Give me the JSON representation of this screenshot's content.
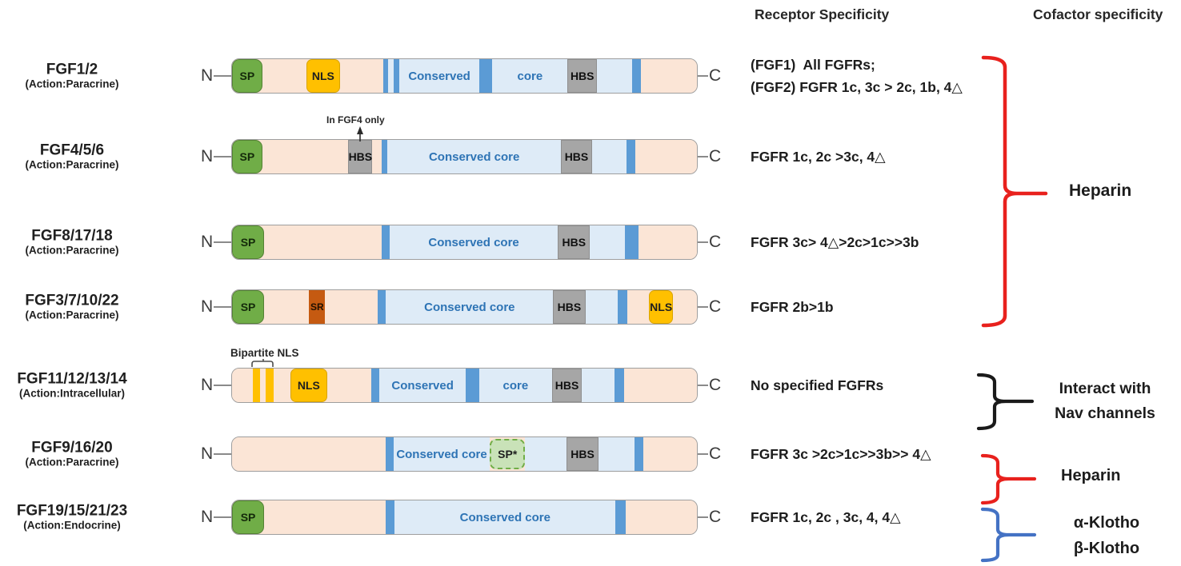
{
  "figure": {
    "receptor_header": "Receptor Specificity",
    "cofactor_header": "Cofactor specificity"
  },
  "terminals": {
    "n": "N",
    "c": "C"
  },
  "annotations": {
    "in_fgf4_only": "In FGF4 only",
    "bipartite_nls": "Bipartite NLS"
  },
  "rows": [
    {
      "name": "FGF1/2",
      "action": "(Action:Paracrine)",
      "receptor_lines": [
        "(FGF1)  All FGFRs;",
        "(FGF2) FGFR 1c, 3c > 2c, 1b, 4△"
      ],
      "segments": [
        {
          "t": "sp",
          "w": 6.5,
          "label": "SP"
        },
        {
          "t": "peach",
          "w": 9.5
        },
        {
          "t": "nls",
          "w": 7.2,
          "label": "NLS"
        },
        {
          "t": "peach",
          "w": 9.3
        },
        {
          "t": "stripe",
          "w": 1.1
        },
        {
          "t": "light",
          "w": 1.1
        },
        {
          "t": "stripe",
          "w": 1.3
        },
        {
          "t": "core",
          "w": 17.2,
          "label": "Conserved"
        },
        {
          "t": "stripe",
          "w": 2.8
        },
        {
          "t": "core",
          "w": 16.2,
          "label": "core"
        },
        {
          "t": "hbs",
          "w": 6.3,
          "label": "HBS"
        },
        {
          "t": "light",
          "w": 7.5
        },
        {
          "t": "stripe",
          "w": 1.9
        },
        {
          "t": "peach",
          "w": 12.1
        }
      ]
    },
    {
      "name": "FGF4/5/6",
      "action": "(Action:Paracrine)",
      "receptor_lines": [
        "FGFR 1c, 2c >3c, 4△"
      ],
      "segments": [
        {
          "t": "sp",
          "w": 6.5,
          "label": "SP"
        },
        {
          "t": "peach",
          "w": 18.5
        },
        {
          "t": "hbs",
          "w": 5.2,
          "label": "HBS"
        },
        {
          "t": "peach",
          "w": 2.0
        },
        {
          "t": "stripe",
          "w": 1.2
        },
        {
          "t": "core",
          "w": 37.4,
          "label": "Conserved core"
        },
        {
          "t": "hbs",
          "w": 6.6,
          "label": "HBS"
        },
        {
          "t": "light",
          "w": 7.4
        },
        {
          "t": "stripe",
          "w": 2.0
        },
        {
          "t": "peach",
          "w": 13.2
        }
      ]
    },
    {
      "name": "FGF8/17/18",
      "action": "(Action:Paracrine)",
      "receptor_lines": [
        "FGFR 3c> 4△>2c>1c>>3b"
      ],
      "segments": [
        {
          "t": "sp",
          "w": 6.9,
          "label": "SP"
        },
        {
          "t": "peach",
          "w": 25.3
        },
        {
          "t": "stripe",
          "w": 1.7
        },
        {
          "t": "core",
          "w": 36.2,
          "label": "Conserved core"
        },
        {
          "t": "hbs",
          "w": 6.9,
          "label": "HBS"
        },
        {
          "t": "light",
          "w": 7.5
        },
        {
          "t": "stripe",
          "w": 2.9
        },
        {
          "t": "peach",
          "w": 12.6
        }
      ]
    },
    {
      "name": "FGF3/7/10/22",
      "action": "(Action:Paracrine)",
      "receptor_lines": [
        "FGFR 2b>1b"
      ],
      "segments": [
        {
          "t": "sp",
          "w": 6.9,
          "label": "SP"
        },
        {
          "t": "peach",
          "w": 9.7
        },
        {
          "t": "sr",
          "w": 3.4,
          "label": "SR"
        },
        {
          "t": "peach",
          "w": 11.4
        },
        {
          "t": "stripe",
          "w": 1.7
        },
        {
          "t": "core",
          "w": 36.0,
          "label": "Conserved core"
        },
        {
          "t": "hbs",
          "w": 6.9,
          "label": "HBS"
        },
        {
          "t": "light",
          "w": 6.9
        },
        {
          "t": "stripe",
          "w": 2.2
        },
        {
          "t": "peach",
          "w": 4.6
        },
        {
          "t": "nls",
          "w": 5.2,
          "label": "NLS"
        },
        {
          "t": "peach",
          "w": 5.1
        }
      ]
    },
    {
      "name": "FGF11/12/13/14",
      "action": "(Action:Intracellular)",
      "receptor_lines": [
        "No specified FGFRs"
      ],
      "segments": [
        {
          "t": "peach",
          "w": 4.5
        },
        {
          "t": "ystripe",
          "w": 1.6
        },
        {
          "t": "peach",
          "w": 1.2
        },
        {
          "t": "ystripe",
          "w": 1.6
        },
        {
          "t": "peach",
          "w": 3.6
        },
        {
          "t": "nls",
          "w": 8.0,
          "label": "NLS"
        },
        {
          "t": "peach",
          "w": 9.5
        },
        {
          "t": "stripe",
          "w": 1.7
        },
        {
          "t": "core",
          "w": 18.6,
          "label": "Conserved"
        },
        {
          "t": "stripe",
          "w": 2.9
        },
        {
          "t": "core",
          "w": 15.6,
          "label": "core"
        },
        {
          "t": "hbs",
          "w": 6.5,
          "label": "HBS"
        },
        {
          "t": "light",
          "w": 7.0
        },
        {
          "t": "stripe",
          "w": 2.0
        },
        {
          "t": "peach",
          "w": 15.7
        }
      ]
    },
    {
      "name": "FGF9/16/20",
      "action": "(Action:Paracrine)",
      "receptor_lines": [
        "FGFR 3c >2c>1c>>3b>> 4△"
      ],
      "segments": [
        {
          "t": "peach",
          "w": 33.0
        },
        {
          "t": "stripe",
          "w": 1.7
        },
        {
          "t": "core",
          "w": 20.8,
          "label": "Conserved core"
        },
        {
          "t": "spstar",
          "w": 7.5,
          "label": "SP*"
        },
        {
          "t": "light",
          "w": 9.0
        },
        {
          "t": "hbs",
          "w": 6.8,
          "label": "HBS"
        },
        {
          "t": "light",
          "w": 7.7
        },
        {
          "t": "stripe",
          "w": 2.0
        },
        {
          "t": "peach",
          "w": 11.5
        }
      ]
    },
    {
      "name": "FGF19/15/21/23",
      "action": "(Action:Endocrine)",
      "receptor_lines": [
        "FGFR 1c, 2c , 3c, 4, 4△"
      ],
      "segments": [
        {
          "t": "sp",
          "w": 6.9,
          "label": "SP"
        },
        {
          "t": "peach",
          "w": 26.1
        },
        {
          "t": "stripe",
          "w": 2.0
        },
        {
          "t": "core",
          "w": 47.5,
          "label": "Conserved core"
        },
        {
          "t": "stripe",
          "w": 2.2
        },
        {
          "t": "peach",
          "w": 15.3
        }
      ]
    }
  ],
  "cofactors": [
    {
      "lines": [
        "Heparin"
      ]
    },
    {
      "lines": [
        "Interact with",
        "Nav channels"
      ]
    },
    {
      "lines": [
        "Heparin"
      ]
    },
    {
      "lines": [
        "α-Klotho",
        "β-Klotho"
      ]
    }
  ],
  "colors": {
    "peach": "#FBE5D6",
    "green": "#70AD47",
    "green_border": "#548235",
    "yellow": "#FFC000",
    "stripe_blue": "#5B9BD5",
    "light_blue": "#DEEBF7",
    "core_text": "#2E74B5",
    "hbs_gray": "#A6A6A6",
    "sr_orange": "#C55A11",
    "spstar_fill": "#C9E2B8",
    "brace_red": "#E8211D",
    "brace_black": "#1A1A1A",
    "brace_blue": "#4472C4"
  }
}
